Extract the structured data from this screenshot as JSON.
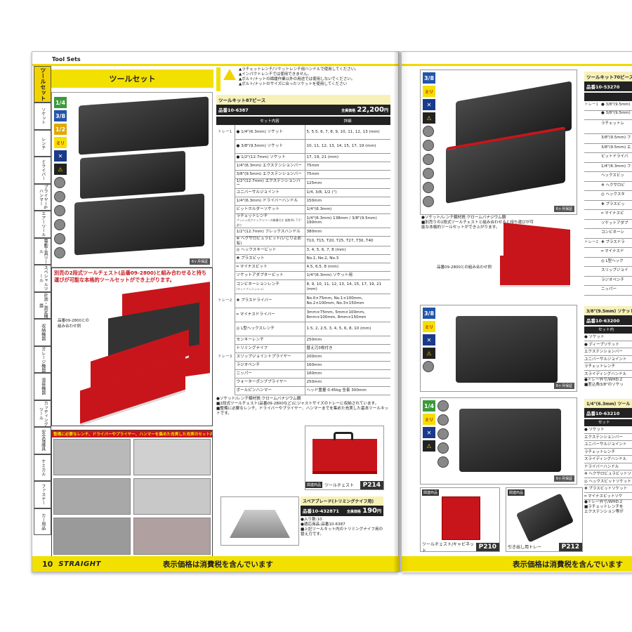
{
  "left": {
    "section_header": "Tool Sets",
    "side_tabs": [
      "ツールセット",
      "ソケット",
      "レンチ",
      "ドライバー",
      "プライヤー&ハンマー",
      "エアーツール",
      "電動工具ツール",
      "スペシャルツール",
      "計測・測定機器",
      "収納機器",
      "ガレージ機器",
      "溶接機器",
      "カッティングツール",
      "安全保護具",
      "ケミカル",
      "ファスナー",
      "カー用品"
    ],
    "banner": "ツールセット",
    "warnings": [
      "▲ラチェットレンチ/ソケットレンチ用ハンドルで使用してください。",
      "▲インパクトレンチでは使用できません。",
      "▲ボルト/ナットの締緩作業以外の用途では使用しないでください。",
      "▲ボルト/ナットのサイズに合ったソケットを使用してください"
    ],
    "drive_icons": [
      "1/4",
      "3/8",
      "1/2",
      "ミリ"
    ],
    "warranty": "6ヶ月保証",
    "chest_caption": "別売の2段式ツールチェスト(品番09-2800)と組み合わせると持ち運びが可能な本格的ツールセットができ上がります。",
    "chest_note": "品番09-2800との組み合わせ例",
    "set_caption": "整備に必要なレンチ、ドライバーやプライヤー、ハンマーを集めた充実した充実のセット内容",
    "product": {
      "title": "ツールキット87ピース",
      "part_no": "品番10-6387",
      "price_label": "全員価格",
      "price": "22,200",
      "yen": "円",
      "col_headers": [
        "セット内容",
        "詳細"
      ],
      "rows": [
        {
          "tray": "トレー1",
          "name": "● 1/4\"(6.3mm) ソケット",
          "detail": "5, 5.5, 6, 7, 8, 9, 10, 11, 12, 13 (mm)"
        },
        {
          "tray": "",
          "name": "● 3/8\"(9.5mm) ソケット",
          "detail": "10, 11, 12, 13, 14, 15, 17, 19 (mm)"
        },
        {
          "tray": "",
          "name": "● 1/2\"(12.7mm) ソケット",
          "detail": "17, 19, 21 (mm)"
        },
        {
          "tray": "",
          "name": "1/4\"(6.3mm) エクステンションバー",
          "detail": "75mm"
        },
        {
          "tray": "",
          "name": "3/8\"(9.5mm) エクステンションバー",
          "detail": "75mm"
        },
        {
          "tray": "",
          "name": "1/2\"(12.7mm) エクステンションバー",
          "detail": "125mm"
        },
        {
          "tray": "",
          "name": "ユニバーサルジョイント",
          "detail": "1/4, 3/8, 1/2 (\")"
        },
        {
          "tray": "",
          "name": "1/4\"(6.3mm) ドライバーハンドル",
          "detail": "150mm"
        },
        {
          "tray": "",
          "name": "ビットホルダーソケット",
          "detail": "1/4\"(6.3mm)"
        },
        {
          "tray": "",
          "name": "ラチェットレンチ",
          "sub": "プッシュ式クイックリリース機構付き 歯数48, 7.5°送り",
          "detail": "1/4\"(6.3mm) 138mm / 3/8\"(9.5mm) 190mm"
        },
        {
          "tray": "",
          "name": "1/2\"(12.7mm) フレックスハンドル",
          "detail": "380mm"
        },
        {
          "tray": "",
          "name": "✲ ヘクサロビュラビット(いじり止め有)",
          "detail": "T10, T15, T20, T25, T27, T30, T40"
        },
        {
          "tray": "",
          "name": "◎ ヘックスキービット",
          "detail": "3, 4, 5, 6, 7, 8 (mm)"
        },
        {
          "tray": "",
          "name": "✚ プラスビット",
          "detail": "No.1, No.2, No.3"
        },
        {
          "tray": "",
          "name": "━ マイナスビット",
          "detail": "4.5, 6.5, 8 (mm)"
        },
        {
          "tray": "",
          "name": "ソケットアダプタービット",
          "detail": "1/4\"(6.3mm) ソケット用"
        },
        {
          "tray": "",
          "name": "コンビネーションレンチ",
          "sub": "(マットフィニッシュ)",
          "detail": "8, 9, 10, 11, 12, 13, 14, 15, 17, 19, 21 (mm)"
        },
        {
          "tray": "トレー2",
          "name": "✚ プラスドライバー",
          "detail": "No.0×75mm, No.1×100mm, No.2×100mm, No.3×150mm"
        },
        {
          "tray": "",
          "name": "━ マイナスドライバー",
          "detail": "3mm×75mm, 5mm×100mm, 6mm×100mm, 8mm×150mm"
        },
        {
          "tray": "",
          "name": "◎ L型ヘックスレンチ",
          "detail": "1.5, 2, 2.5, 3, 4, 5, 6, 8, 10 (mm)"
        },
        {
          "tray": "",
          "name": "モンキーレンチ",
          "detail": "250mm"
        },
        {
          "tray": "",
          "name": "トリミングナイフ",
          "detail": "替え刃3枚付き"
        },
        {
          "tray": "トレー3",
          "name": "スリップジョイントプライヤー",
          "detail": "200mm"
        },
        {
          "tray": "",
          "name": "ラジオペンチ",
          "detail": "160mm"
        },
        {
          "tray": "",
          "name": "ニッパー",
          "detail": "160mm"
        },
        {
          "tray": "",
          "name": "ウォーターポンププライヤー",
          "detail": "250mm"
        },
        {
          "tray": "",
          "name": "ボールピンハンマー",
          "detail": "ヘッド重量 0.45kg 全長 300mm"
        }
      ],
      "notes": [
        "●ソケット/レンチ類材質:クロームバナジウム鋼",
        "■2段式ツールチェスト(品番09-2800など)にジャストサイズのトレーに収納されています。",
        "■整備に必要なレンチ、ドライバーやプライヤー、ハンマーまでを集めた充実した基本ツールキットです。"
      ]
    },
    "related_chest": {
      "tag": "関連商品",
      "label": "ツールチェスト",
      "page": "P214"
    },
    "blade": {
      "title": "スペアブレード(トリミングナイフ用)",
      "part_no": "品番10-432871",
      "price_label": "全員価格",
      "price": "190",
      "yen": "円",
      "notes": [
        "●入り数:10",
        "●適応商品:品番10-6387",
        "■上記ツールキット内のトリミングナイフ用の替え刃です。"
      ]
    },
    "footer": {
      "page_no": "10",
      "brand": "STRAIGHT",
      "tax_note": "表示価格は消費税を含んでいます"
    }
  },
  "right": {
    "kit70": {
      "title": "ツールキット70ピース",
      "part_no": "品番10-53270",
      "tray_labels": [
        "トレー1",
        "トレー2"
      ],
      "rows": [
        "● 3/8\"(9.5mm) ソ",
        "● 3/8\"(9.5mm) ",
        "ラチェットレ",
        "3/8\"(9.5mm) フ",
        "3/8\"(9.5mm) エ",
        "ビットドライバ",
        "1/4\"(6.3mm) フ",
        "ヘックスビッ",
        "✲ ヘクサロビ",
        "◎ ヘックスキ",
        "✚ プラスビッ",
        "━ マイナスビ",
        "ソケットアダプ",
        "コンビネーシ",
        "✚ プラスドラ",
        "━ マイナスド",
        "◎ L型ヘック",
        "スリップジョイ",
        "ラジオペンチ",
        "ニッパー"
      ],
      "notes": [
        "●ソケット/レンチ類材質:クロームバナジウム鋼",
        "■別売りの2段式ツールチェストと組み合わせると持ち運びが可能な本格的ツールセットができ上がります。"
      ],
      "chest_note": "品番09-2800との組み合わせ例",
      "drive_icons": [
        "3/8",
        "ミリ"
      ]
    },
    "socket38": {
      "title": "3/8\"(9.5mm) ソケット",
      "part_no": "品番10-63200",
      "col": "セット内",
      "rows": [
        "● ソケット",
        "● ディープソケット",
        "エクステンションバー",
        "ユニバーサルジョイント",
        "ラチェットレンチ",
        "スライディングハンドル"
      ],
      "notes": [
        "●トレー外寸/WHD:2",
        "■差込角3/8\"のソケッ"
      ],
      "drive_icons": [
        "3/8",
        "ミリ"
      ]
    },
    "tool14": {
      "title": "1/4\"(6.3mm) ツール",
      "part_no": "品番10-63210",
      "col": "セット",
      "rows": [
        "● ソケット",
        "エクステンションバー",
        "ユニバーサルジョイント",
        "ラチェットレンチ",
        "スライディングハンドル",
        "ドライバーハンドル",
        "✲ ヘクサロビュラビットソ",
        "◎ ヘックスビットソケット",
        "✚ プラスビットソケット",
        "━ マイナスビットソケ"
      ],
      "notes": [
        "●トレー外寸/WHD:2",
        "■ラチェットレンチを",
        "エクステンション等が"
      ],
      "drive_icons": [
        "1/4",
        "ミリ"
      ]
    },
    "related": [
      {
        "tag": "関連商品",
        "label": "ツールチェスト/キャビネット",
        "page": "P210"
      },
      {
        "tag": "関連商品",
        "label": "引き出し用トレー",
        "page": "P212"
      }
    ],
    "warranty": "6ヶ月保証",
    "tax_note": "表示価格は消費税を含んでいます"
  },
  "colors": {
    "yellow": "#f2e000",
    "red": "#c8151b",
    "dark": "#222222"
  }
}
